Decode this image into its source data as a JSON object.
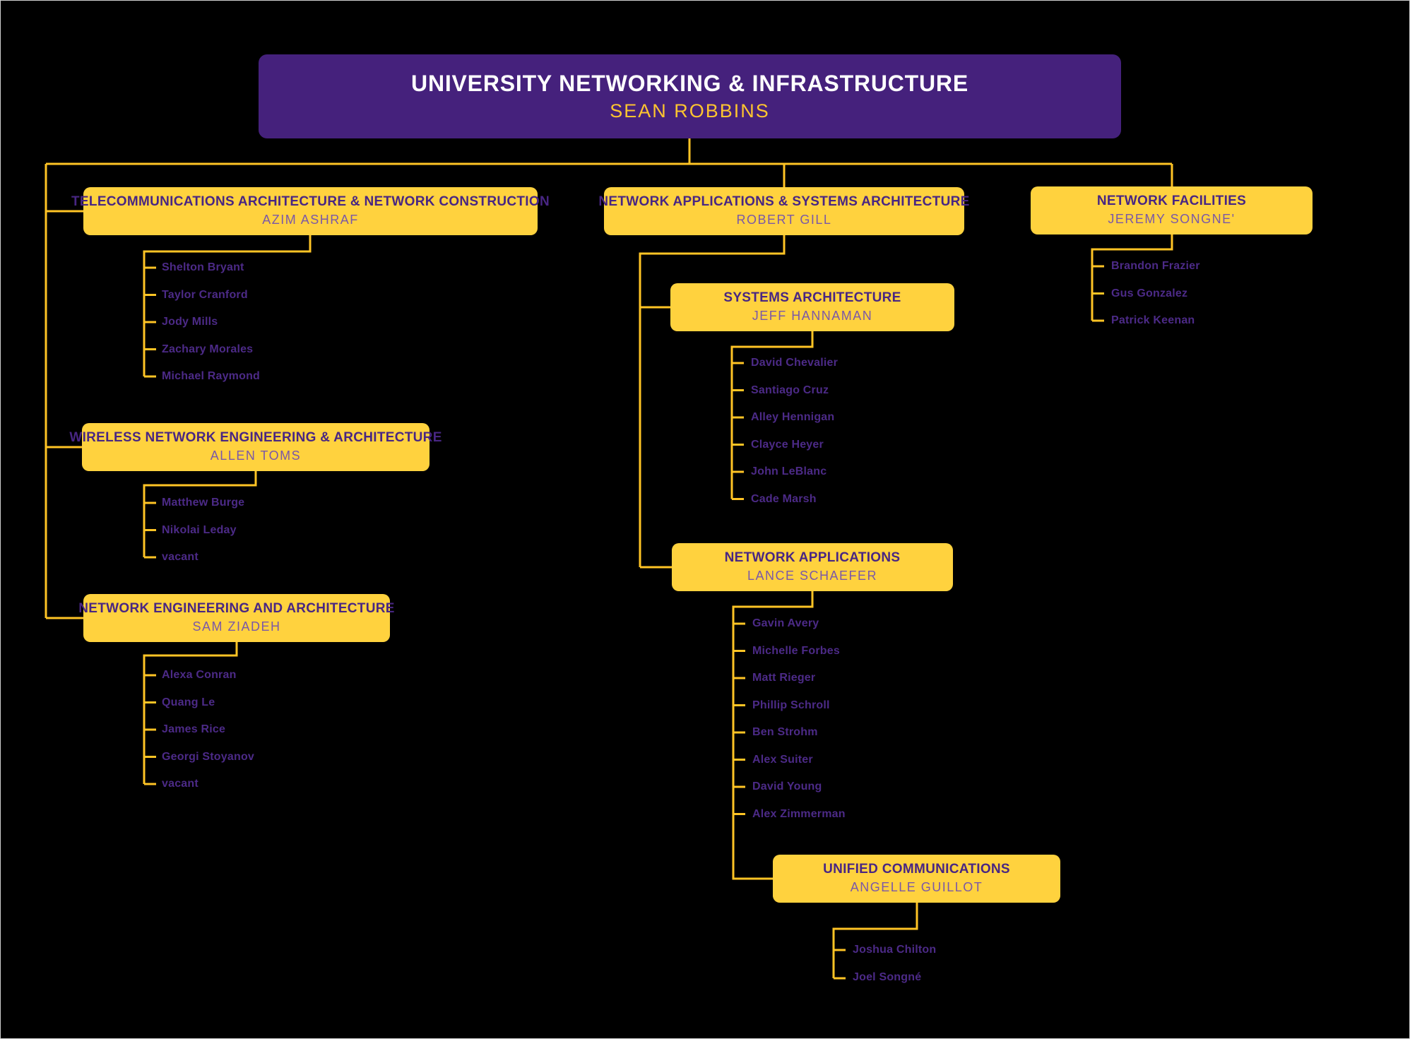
{
  "org": {
    "root": {
      "title": "UNIVERSITY NETWORKING & INFRASTRUCTURE",
      "lead": "SEAN ROBBINS"
    },
    "units": [
      {
        "title": "TELECOMMUNICATIONS ARCHITECTURE & NETWORK CONSTRUCTION",
        "lead": "AZIM ASHRAF",
        "members": [
          "Shelton Bryant",
          "Taylor Cranford",
          "Jody Mills",
          "Zachary Morales",
          "Michael Raymond"
        ]
      },
      {
        "title": "WIRELESS NETWORK ENGINEERING & ARCHITECTURE",
        "lead": "ALLEN TOMS",
        "members": [
          "Matthew Burge",
          "Nikolai Leday",
          "vacant"
        ]
      },
      {
        "title": "NETWORK ENGINEERING AND ARCHITECTURE",
        "lead": "SAM ZIADEH",
        "members": [
          "Alexa Conran",
          "Quang Le",
          "James Rice",
          "Georgi Stoyanov",
          "vacant"
        ]
      },
      {
        "title": "NETWORK APPLICATIONS & SYSTEMS ARCHITECTURE",
        "lead": "ROBERT GILL",
        "members": []
      },
      {
        "title": "SYSTEMS ARCHITECTURE",
        "lead": "JEFF HANNAMAN",
        "members": [
          "David Chevalier",
          "Santiago Cruz",
          "Alley Hennigan",
          "Clayce Heyer",
          "John LeBlanc",
          "Cade Marsh"
        ]
      },
      {
        "title": "NETWORK APPLICATIONS",
        "lead": "LANCE SCHAEFER",
        "members": [
          "Gavin Avery",
          "Michelle Forbes",
          "Matt Rieger",
          "Phillip Schroll",
          "Ben Strohm",
          "Alex Suiter",
          "David Young",
          "Alex Zimmerman"
        ]
      },
      {
        "title": "UNIFIED COMMUNICATIONS",
        "lead": "ANGELLE GUILLOT",
        "members": [
          "Joshua Chilton",
          "Joel Songné"
        ]
      },
      {
        "title": "NETWORK FACILITIES",
        "lead": "JEREMY SONGNE'",
        "members": [
          "Brandon Frazier",
          "Gus Gonzalez",
          "Patrick Keenan"
        ]
      }
    ],
    "colors": {
      "background": "#000000",
      "root_box": "#45217C",
      "unit_box": "#FFD23E",
      "connector_line": "#FFC425",
      "root_title_text": "#FFFFFF",
      "root_lead_text": "#FFC52F",
      "unit_title_text": "#482683",
      "unit_lead_text": "#7A58A8",
      "member_text": "#4C2A87"
    }
  }
}
